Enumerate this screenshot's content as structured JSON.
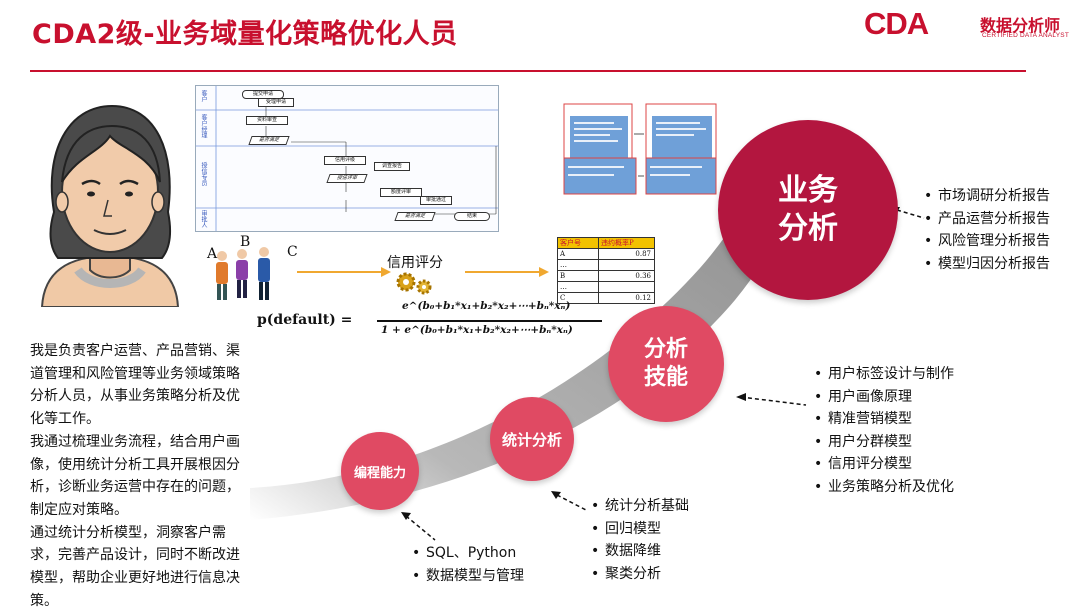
{
  "header": {
    "title": "CDA2级-业务域量化策略优化人员",
    "logo_main": "CDA",
    "logo_cn": "数据分析师",
    "logo_en": "CERTIFIED DATA ANALYST"
  },
  "intro": [
    "我是负责客户运营、产品营销、渠道管理和风险管理等业务领域策略分析人员，从事业务策略分析及优化等工作。",
    "我通过梳理业务流程，结合用户画像，使用统计分析工具开展根因分析，诊断业务运营中存在的问题，制定应对策略。",
    "通过统计分析模型，洞察客户需求，完善产品设计，同时不断改进模型，帮助企业更好地进行信息决策。"
  ],
  "stages": {
    "programming": {
      "label": "编程能力",
      "items": [
        "SQL、Python",
        "数据模型与管理"
      ]
    },
    "statistics": {
      "label": "统计分析",
      "items": [
        "统计分析基础",
        "回归模型",
        "数据降维",
        "聚类分析"
      ]
    },
    "skills": {
      "label": "分析技能",
      "items": [
        "用户标签设计与制作",
        "用户画像原理",
        "精准营销模型",
        "用户分群模型",
        "信用评分模型",
        "业务策略分析及优化"
      ]
    },
    "business": {
      "label": "业务分析",
      "items": [
        "市场调研分析报告",
        "产品运营分析报告",
        "风险管理分析报告",
        "模型归因分析报告"
      ]
    }
  },
  "credit": {
    "people": [
      "A",
      "B",
      "C"
    ],
    "process_label": "信用评分",
    "table_headers": [
      "客户号",
      "违约概率P"
    ],
    "table_rows": [
      [
        "A",
        "0.87"
      ],
      [
        "…",
        ""
      ],
      [
        "B",
        "0.36"
      ],
      [
        "…",
        ""
      ],
      [
        "C",
        "0.12"
      ]
    ],
    "formula_lhs": "p(default) =",
    "formula_num": "e^(b₀+b₁*x₁+b₂*x₂+⋯+bₙ*xₙ)",
    "formula_den": "1 + e^(b₀+b₁*x₁+b₂*x₂+⋯+bₙ*xₙ)"
  },
  "flowchart": {
    "lanes": [
      "客户",
      "客户经理",
      "授信专员",
      "审批人"
    ],
    "nodes": [
      "提交申请",
      "受理申请",
      "资料审查",
      "是否满足",
      "信用评级",
      "调查报告",
      "授信评审",
      "是否满足",
      "额度评审",
      "审批通过",
      "结束"
    ]
  },
  "colors": {
    "accent": "#c8102e",
    "circle_dark": "#b3163f",
    "circle_light": "#e04a63"
  }
}
